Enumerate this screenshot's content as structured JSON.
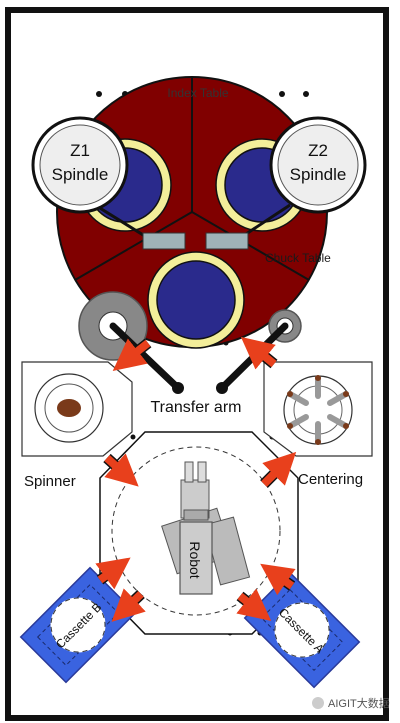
{
  "labels": {
    "index_table": "Index Table",
    "z1_line1": "Z1",
    "z1_line2": "Spindle",
    "z2_line1": "Z2",
    "z2_line2": "Spindle",
    "chuck_table": "Chuck Table",
    "transfer_arm": "Transfer arm",
    "spinner": "Spinner",
    "centering": "Centering",
    "robot": "Robot",
    "cassette_b": "Cassette B",
    "cassette_a": "Cassette A",
    "watermark": "AIGIT大数据"
  },
  "colors": {
    "index_table_fill": "#800000",
    "wafer_fill": "#2a2a8c",
    "wafer_ring": "#f3ee9a",
    "chuck_bar": "#9fb3b8",
    "arrow": "#e8401c",
    "cassette": "#3a63e0",
    "frame": "#111111"
  }
}
